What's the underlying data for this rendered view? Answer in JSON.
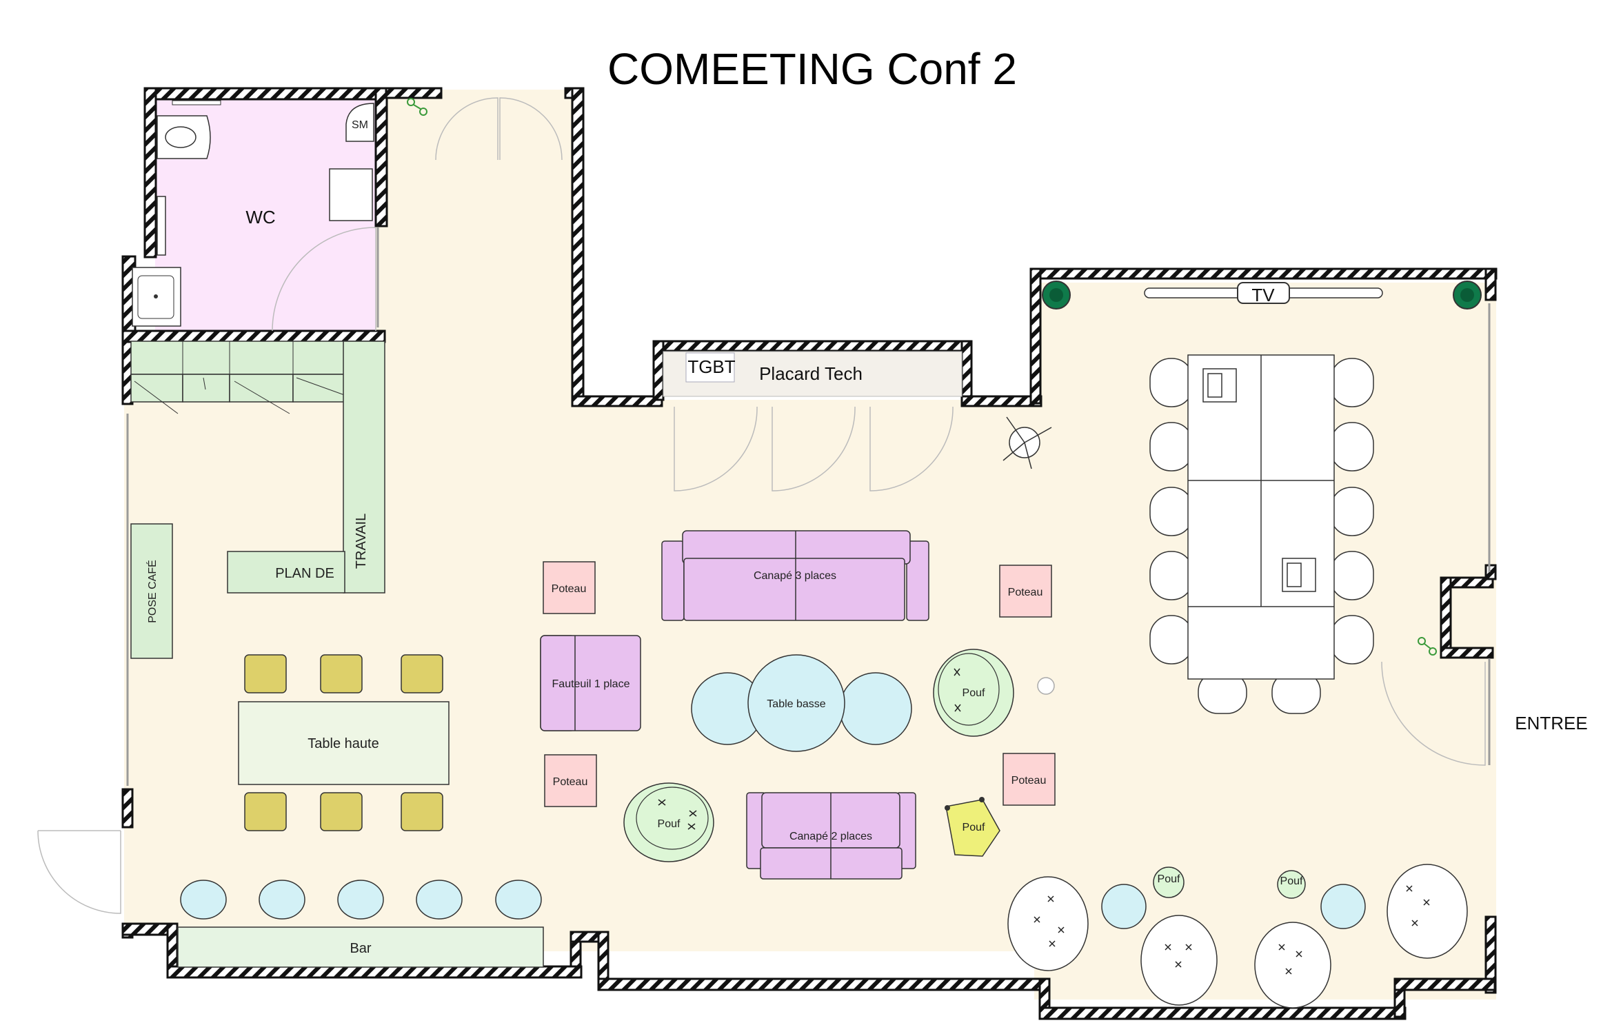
{
  "title": "COMEETING Conf 2",
  "rooms": {
    "wc": "WC",
    "sm": "SM",
    "tgbt": "TGBT",
    "placard": "Placard Tech",
    "tv": "TV",
    "entree": "ENTREE"
  },
  "furniture": {
    "plan_de": "PLAN DE",
    "travail": "TRAVAIL",
    "pose_cafe": "POSE CAFÉ",
    "table_haute": "Table haute",
    "bar": "Bar",
    "canape3": "Canapé 3 places",
    "canape2": "Canapé 2 places",
    "fauteuil": "Fauteuil 1 place",
    "table_basse": "Table basse",
    "pouf": "Pouf",
    "poteau": "Poteau"
  },
  "colors": {
    "floor": "#fcf5e4",
    "wc": "#fce6fb",
    "kitchen": "#d9efd4",
    "sofa": "#e8c1ef",
    "table_blue": "#d3f1f6",
    "chair_yellow": "#ddd06a",
    "poteau": "#fdd5d5",
    "pouf_yellow": "#eef07a",
    "pouf_green": "#ddf6d6"
  }
}
